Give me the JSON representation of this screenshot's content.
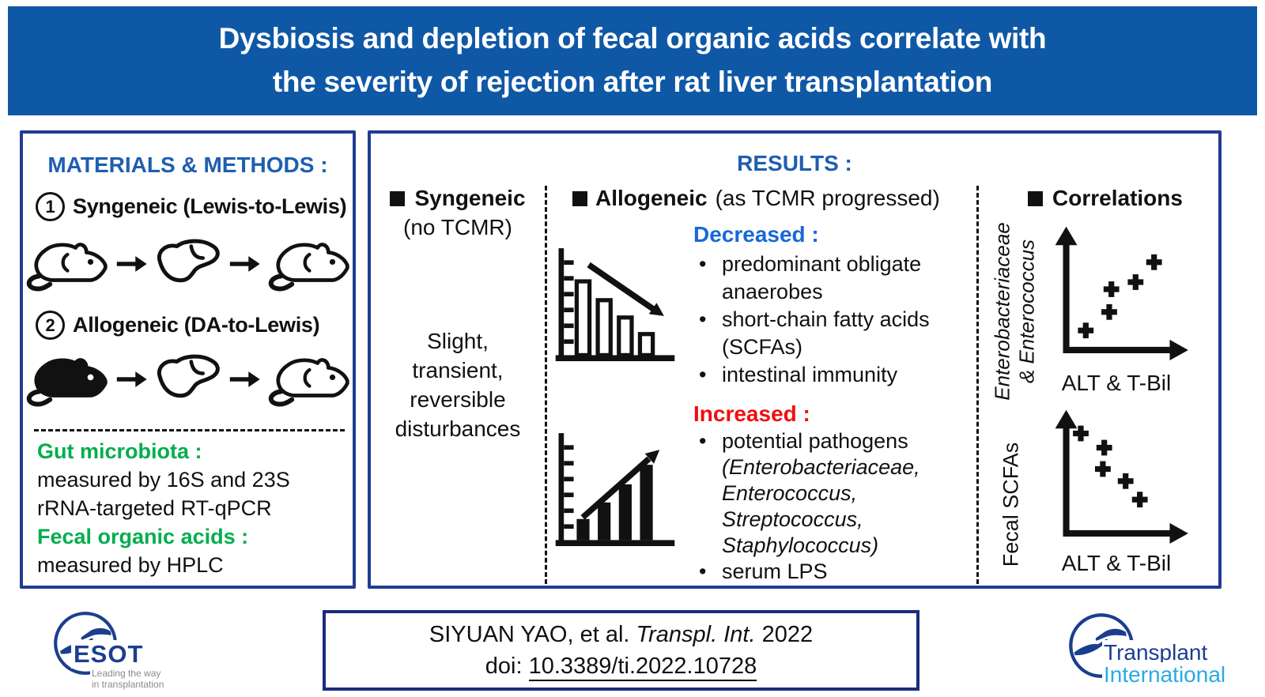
{
  "title": {
    "line1": "Dysbiosis and depletion of fecal organic acids correlate with",
    "line2": "the severity of rejection after rat liver transplantation"
  },
  "materials": {
    "heading": "MATERIALS & METHODS :",
    "item1": {
      "number": "1",
      "label": "Syngeneic (Lewis-to-Lewis)"
    },
    "item2": {
      "number": "2",
      "label": "Allogeneic (DA-to-Lewis)"
    },
    "gut": {
      "heading": "Gut microbiota :",
      "line1": "measured by 16S and 23S",
      "line2": "rRNA-targeted RT-qPCR"
    },
    "fecal": {
      "heading": "Fecal organic acids :",
      "line1": "measured by HPLC"
    }
  },
  "results": {
    "heading": "RESULTS :",
    "syngeneic": {
      "name": "Syngeneic",
      "subtitle": "(no TCMR)",
      "desc": [
        "Slight,",
        "transient,",
        "reversible",
        "disturbances"
      ]
    },
    "allogeneic": {
      "name": "Allogeneic",
      "subtitle": "(as TCMR progressed)",
      "decreased": {
        "heading": "Decreased :",
        "items": [
          "predominant obligate anaerobes",
          "short-chain fatty acids (SCFAs)",
          "intestinal immunity"
        ]
      },
      "increased": {
        "heading": "Increased :",
        "item1": "potential pathogens",
        "item1_details": [
          "(Enterobacteriaceae,",
          "Enterococcus,",
          "Streptococcus,",
          "Staphylococcus)"
        ],
        "item2": "serum LPS"
      }
    },
    "correlations": {
      "name": "Correlations",
      "plot1": {
        "ylabel1": "Enterobacteriaceae",
        "ylabel2": "& Enterococcus",
        "xlabel": "ALT & T-Bil",
        "trend": "positive"
      },
      "plot2": {
        "ylabel": "Fecal SCFAs",
        "xlabel": "ALT & T-Bil",
        "trend": "negative"
      }
    }
  },
  "citation": {
    "authors": "SIYUAN YAO, et al.",
    "journal": "Transpl. Int.",
    "year": "2022",
    "doi_label": "doi:",
    "doi": "10.3389/ti.2022.10728"
  },
  "logos": {
    "esot": {
      "name": "ESOT",
      "tagline1": "Leading the way",
      "tagline2": "in transplantation"
    },
    "transplant_international": {
      "line1": "Transplant",
      "line2": "International"
    }
  },
  "colors": {
    "banner": "#0F58A6",
    "heading_blue": "#1E5EB0",
    "decreased_blue": "#1768D8",
    "increased_red": "#F20D0D",
    "green": "#00AE4D",
    "panel_border": "#203C92",
    "citation_border": "#1C2B7D",
    "esot_navy": "#1B3E8F",
    "ti_cyan": "#29ABE2"
  }
}
